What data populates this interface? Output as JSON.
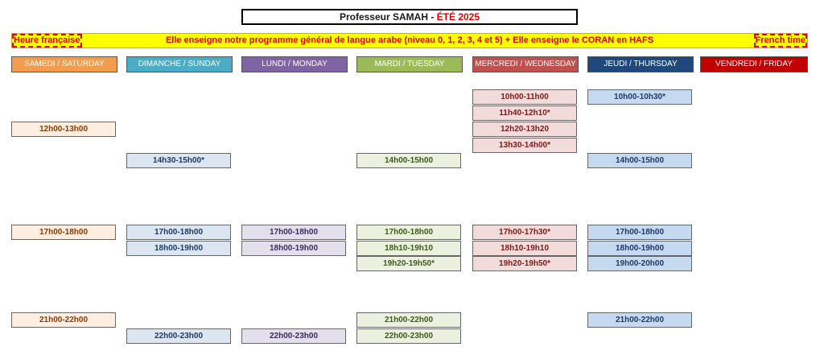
{
  "title": {
    "prefix": "Professeur SAMAH - ",
    "season": "ÉTÉ 2025"
  },
  "banner": {
    "left": "Heure française",
    "message": "Elle enseigne notre programme général de langue arabe (niveau 0, 1, 2, 3, 4 et 5) + Elle enseigne le CORAN en HAFS",
    "right": "French time"
  },
  "days": [
    {
      "label": "SAMEDI / SATURDAY",
      "bg": "#f39c4e",
      "cell_bg": "#fdeee1",
      "cell_text": "#8b3a00",
      "slots": [
        "12h00-13h00",
        "17h00-18h00",
        "21h00-22h00"
      ]
    },
    {
      "label": "DIMANCHE / SUNDAY",
      "bg": "#4bacc6",
      "cell_bg": "#dce6f1",
      "cell_text": "#1f3864",
      "slots": [
        "14h30-15h00*",
        "17h00-18h00",
        "18h00-19h00",
        "22h00-23h00"
      ]
    },
    {
      "label": "LUNDI / MONDAY",
      "bg": "#7f63a3",
      "cell_bg": "#e4dfec",
      "cell_text": "#3a2a5a",
      "slots": [
        "17h00-18h00",
        "18h00-19h00",
        "22h00-23h00"
      ]
    },
    {
      "label": "MARDI / TUESDAY",
      "bg": "#9bbb59",
      "cell_bg": "#ebf1de",
      "cell_text": "#3b5a1a",
      "slots": [
        "14h00-15h00",
        "17h00-18h00",
        "18h10-19h10",
        "19h20-19h50*",
        "21h00-22h00",
        "22h00-23h00"
      ]
    },
    {
      "label": "MERCREDI / WEDNESDAY",
      "bg": "#c0504d",
      "cell_bg": "#f2dcdb",
      "cell_text": "#7a1a18",
      "slots": [
        "10h00-11h00",
        "11h40-12h10*",
        "12h20-13h20",
        "13h30-14h00*",
        "17h00-17h30*",
        "18h10-19h10",
        "19h20-19h50*"
      ]
    },
    {
      "label": "JEUDI / THURSDAY",
      "bg": "#1f497d",
      "cell_bg": "#c5d9f1",
      "cell_text": "#1f3864",
      "slots": [
        "10h00-10h30*",
        "14h00-15h00",
        "17h00-18h00",
        "18h00-19h00",
        "19h00-20h00",
        "21h00-22h00"
      ]
    },
    {
      "label": "VENDREDI / FRIDAY",
      "bg": "#c00000",
      "cell_bg": "#f2dcdb",
      "cell_text": "#7a1a18",
      "slots": []
    }
  ]
}
